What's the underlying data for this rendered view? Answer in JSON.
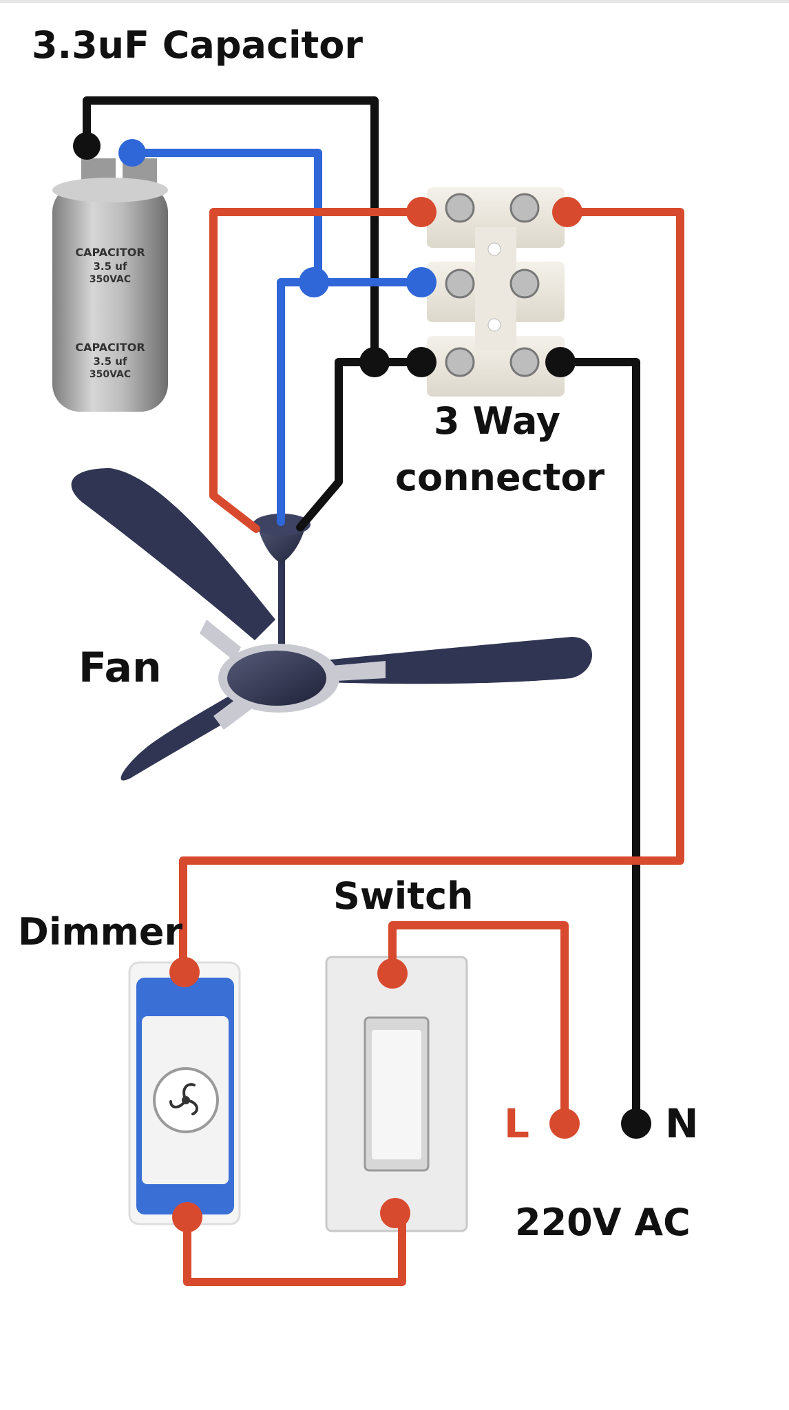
{
  "labels": {
    "capacitor": "3.3uF Capacitor",
    "connector_line1": "3 Way",
    "connector_line2": "connector",
    "fan": "Fan",
    "switch": "Switch",
    "dimmer": "Dimmer",
    "live": "L",
    "neutral": "N",
    "supply": "220V AC"
  },
  "capacitor_body": {
    "lines": [
      "CAPACITOR",
      "3.5 uf",
      "350VAC",
      "CAPACITOR",
      "3.5 uf",
      "350VAC"
    ]
  },
  "colors": {
    "red_wire": "#d84a2e",
    "blue_wire": "#2f66d8",
    "black_wire": "#111111",
    "fan_blade": "#2f3552",
    "dimmer_blue": "#3a6fd6"
  },
  "icons": {
    "dimmer_knob": "fan-icon"
  }
}
